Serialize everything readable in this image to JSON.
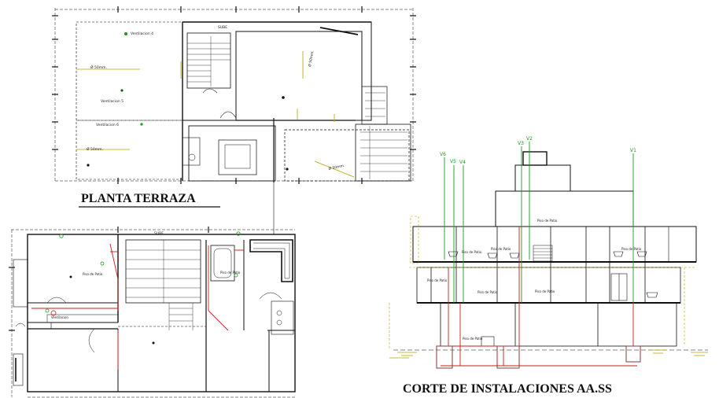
{
  "titles": {
    "plan_terrace": "PLANTA TERRAZA",
    "section": "CORTE DE INSTALACIONES AA.SS"
  },
  "terrace_labels": {
    "vent4": "Ventilacion 4",
    "vent5": "Ventilacion 5",
    "vent6": "Ventilacion 6",
    "pipe1": "Ø 50mm.",
    "pipe2": "Ø 50mm.",
    "pipe3": "Ø 50mm.",
    "pipe4": "Ø 50mm.",
    "sube": "SUBE"
  },
  "ground_labels": {
    "sube": "SUBE",
    "patio1": "Piso de Patio",
    "patio2": "Piso de Patio",
    "ventilation": "Ventilacion"
  },
  "section_labels": {
    "v1": "V1",
    "v2": "V2",
    "v3": "V3",
    "v4": "V4",
    "v5": "V5",
    "v6": "V6",
    "patio_a": "Piso de Patio",
    "patio_b": "Piso de Patio",
    "patio_c": "Piso de Patio",
    "patio_d": "Piso de Patio",
    "patio_e": "Piso de Patio",
    "patio_f": "Piso de Patio",
    "patio_g": "Piso de Patio",
    "patio_h": "Piso de Patio"
  },
  "colors": {
    "line": "#111111",
    "green": "#1a9a1a",
    "red": "#cc1a1a",
    "yellow": "#b8a400",
    "brown": "#8b3a3a"
  }
}
